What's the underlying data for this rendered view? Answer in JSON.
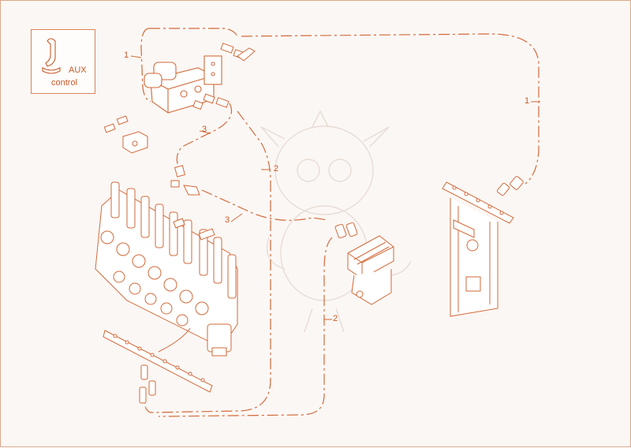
{
  "legend": {
    "line1": "AUX",
    "line2": "control",
    "icon": "joystick-icon"
  },
  "callouts": {
    "c1a": "1",
    "c1b": "1",
    "c2a": "2",
    "c2b": "2",
    "c3a": "3",
    "c3b": "3"
  },
  "colors": {
    "line": "#d26a3a",
    "ghost": "#e7ddd8",
    "background": "#fbf7f4"
  }
}
